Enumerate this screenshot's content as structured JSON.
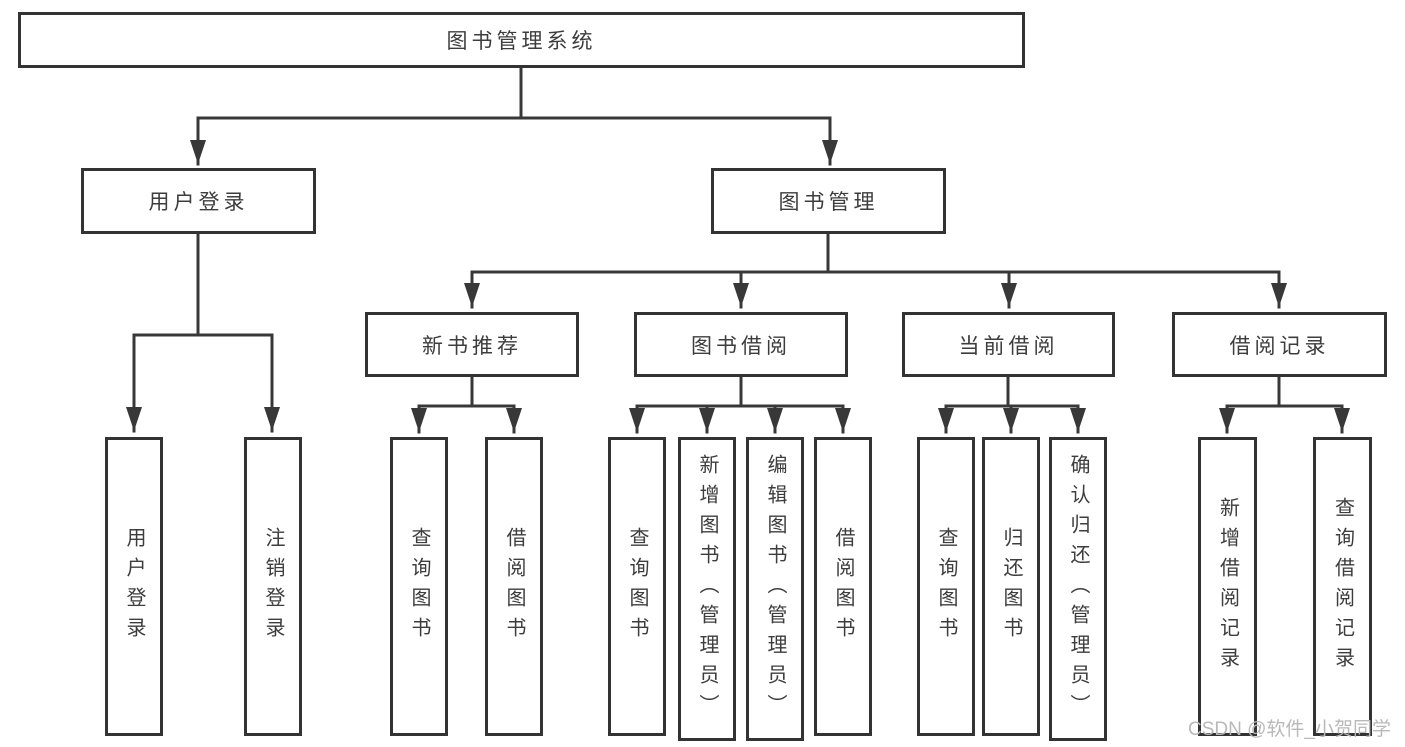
{
  "diagram": {
    "title": "图书管理系统",
    "nodes": {
      "root": {
        "label": "图书管理系统",
        "level": 1
      },
      "user_login": {
        "label": "用户登录",
        "level": 2
      },
      "book_mgmt": {
        "label": "图书管理",
        "level": 2
      },
      "new_book_rec": {
        "label": "新书推荐",
        "level": 3
      },
      "book_borrow": {
        "label": "图书借阅",
        "level": 3
      },
      "current_borrow": {
        "label": "当前借阅",
        "level": 3
      },
      "borrow_records": {
        "label": "借阅记录",
        "level": 3
      },
      "leaf_user_login": {
        "label": "用户登录",
        "level": 4
      },
      "leaf_logout": {
        "label": "注销登录",
        "level": 4
      },
      "leaf_query_book_rec": {
        "label": "查询图书",
        "level": 4
      },
      "leaf_borrow_book_rec": {
        "label": "借阅图书",
        "level": 4
      },
      "leaf_query_book_borrow": {
        "label": "查询图书",
        "level": 4
      },
      "leaf_add_book_admin": {
        "label": "新增图书（管理员）",
        "level": 4
      },
      "leaf_edit_book_admin": {
        "label": "编辑图书（管理员）",
        "level": 4
      },
      "leaf_borrow_book_borrow": {
        "label": "借阅图书",
        "level": 4
      },
      "leaf_query_book_current": {
        "label": "查询图书",
        "level": 4
      },
      "leaf_return_book": {
        "label": "归还图书",
        "level": 4
      },
      "leaf_confirm_return_admin": {
        "label": "确认归还（管理员）",
        "level": 4
      },
      "leaf_add_borrow_record": {
        "label": "新增借阅记录",
        "level": 4
      },
      "leaf_query_borrow_record": {
        "label": "查询借阅记录",
        "level": 4
      }
    },
    "edges": [
      {
        "from": "root",
        "to": [
          "user_login",
          "book_mgmt"
        ]
      },
      {
        "from": "user_login",
        "to": [
          "leaf_user_login",
          "leaf_logout"
        ]
      },
      {
        "from": "book_mgmt",
        "to": [
          "new_book_rec",
          "book_borrow",
          "current_borrow",
          "borrow_records"
        ]
      },
      {
        "from": "new_book_rec",
        "to": [
          "leaf_query_book_rec",
          "leaf_borrow_book_rec"
        ]
      },
      {
        "from": "book_borrow",
        "to": [
          "leaf_query_book_borrow",
          "leaf_add_book_admin",
          "leaf_edit_book_admin",
          "leaf_borrow_book_borrow"
        ]
      },
      {
        "from": "current_borrow",
        "to": [
          "leaf_query_book_current",
          "leaf_return_book",
          "leaf_confirm_return_admin"
        ]
      },
      {
        "from": "borrow_records",
        "to": [
          "leaf_add_borrow_record",
          "leaf_query_borrow_record"
        ]
      }
    ],
    "watermark": "CSDN @软件_小贺同学",
    "colors": {
      "line": "#383838",
      "box_border": "#333333",
      "text": "#3d3d3d",
      "watermark": "#b9b9b9",
      "background": "#ffffff"
    }
  }
}
